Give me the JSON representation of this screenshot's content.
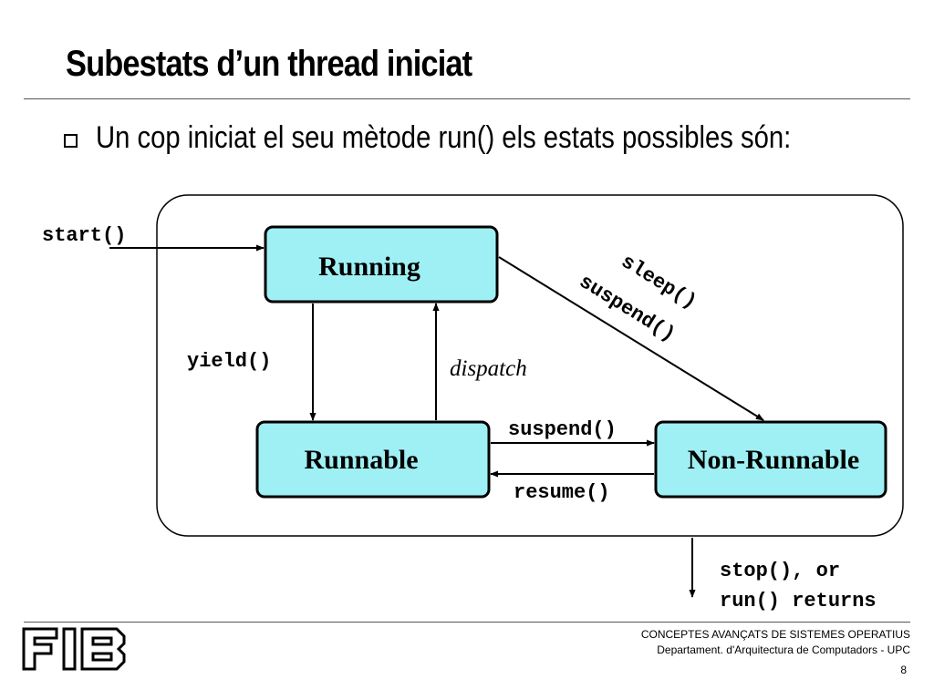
{
  "slide": {
    "title": "Subestats d’un thread iniciat",
    "bullet": "Un cop iniciat el seu mètode run() els estats possibles són:"
  },
  "diagram": {
    "states": {
      "running": "Running",
      "runnable": "Runnable",
      "non_runnable": "Non-Runnable"
    },
    "transitions": {
      "start": "start()",
      "yield": "yield()",
      "dispatch": "dispatch",
      "sleep": "sleep()",
      "suspend_diag": "suspend()",
      "suspend": "suspend()",
      "resume": "resume()",
      "stop_line1": "stop(), or",
      "stop_line2": "run() returns"
    },
    "colors": {
      "state_fill": "#9ff0f4",
      "stroke": "#000000"
    }
  },
  "footer": {
    "logo": "FIB",
    "line1": "CONCEPTES AVANÇATS DE SISTEMES OPERATIUS",
    "line2": "Departament.  d'Arquitectura de Computadors - UPC",
    "page_number": "8"
  }
}
